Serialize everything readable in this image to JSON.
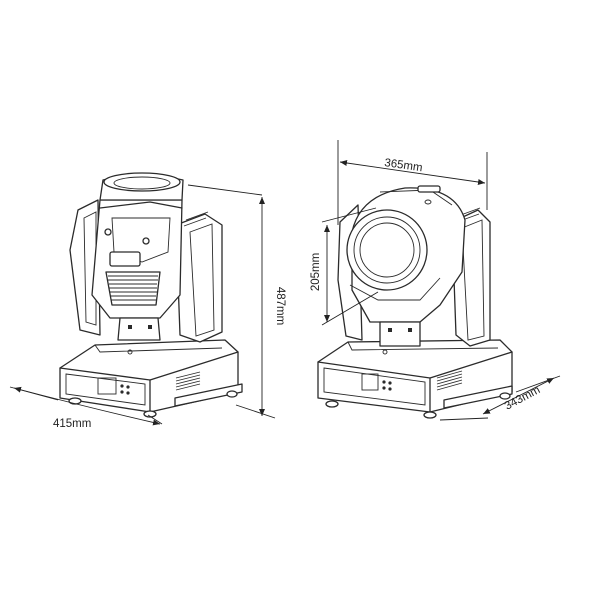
{
  "diagram": {
    "front_view": {
      "width_label": "415mm",
      "height_label": "487mm"
    },
    "side_view": {
      "width_label": "365mm",
      "lens_label": "205mm",
      "depth_label": "343mm"
    }
  }
}
